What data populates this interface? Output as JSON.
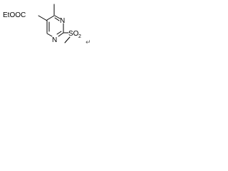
{
  "molecule": {
    "ester_label": "EtOOC",
    "ring_n_top": "N",
    "ring_n_bottom": "N",
    "sulfonyl_label": "SO",
    "sulfonyl_subscript": "2"
  },
  "return_mark": "↵",
  "colors": {
    "ink": "#000000",
    "background": "#ffffff"
  }
}
